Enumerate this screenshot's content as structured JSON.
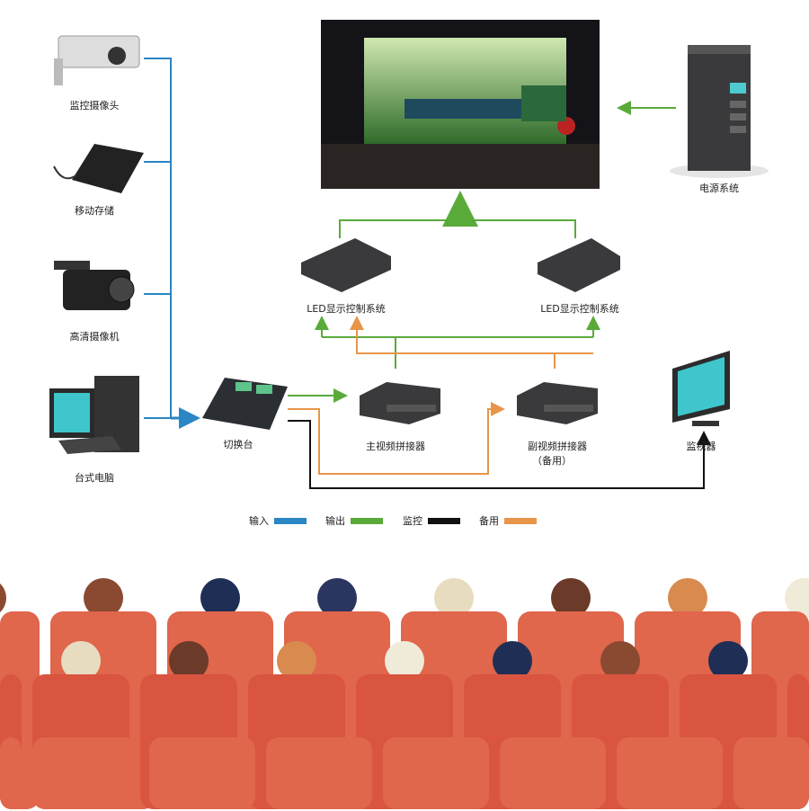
{
  "devices": {
    "camera": "监控摄像头",
    "storage": "移动存储",
    "camcorder": "高清摄像机",
    "pc": "台式电脑",
    "switcher": "切换台",
    "main_splicer": "主视频拼接器",
    "sub_splicer": "副视频拼接器",
    "sub_splicer_note": "（备用）",
    "monitor": "监视器",
    "led_ctrl_left": "LED显示控制系统",
    "led_ctrl_right": "LED显示控制系统",
    "power": "电源系统"
  },
  "legend": [
    {
      "label": "输入",
      "color": "#2a86c4"
    },
    {
      "label": "输出",
      "color": "#5aaa3a"
    },
    {
      "label": "监控",
      "color": "#111111"
    },
    {
      "label": "备用",
      "color": "#e8954a"
    }
  ]
}
